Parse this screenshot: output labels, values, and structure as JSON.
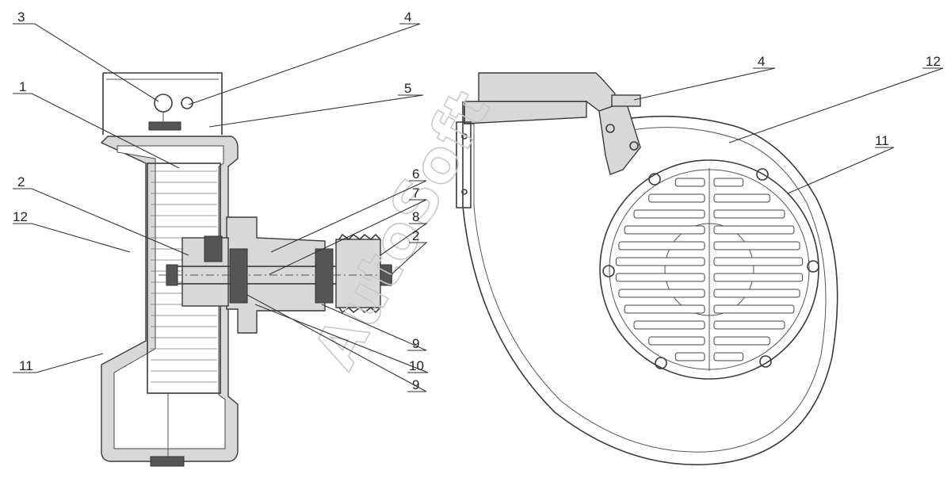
{
  "watermark": "AutoSoft",
  "left_view": {
    "callouts": {
      "c1": "1",
      "c2a": "2",
      "c2b": "2",
      "c3": "3",
      "c4": "4",
      "c5": "5",
      "c6": "6",
      "c7": "7",
      "c8": "8",
      "c9a": "9",
      "c9b": "9",
      "c10": "10",
      "c11": "11",
      "c12": "12"
    }
  },
  "right_view": {
    "callouts": {
      "c4": "4",
      "c11": "11",
      "c12": "12"
    }
  }
}
